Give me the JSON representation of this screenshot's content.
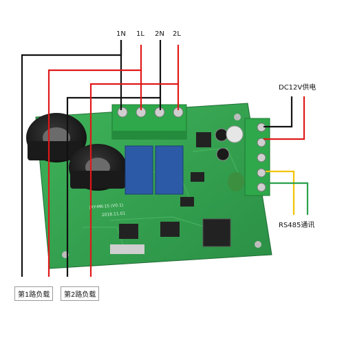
{
  "terminal_labels": [
    "1N",
    "1L",
    "2N",
    "2L"
  ],
  "power_label": "DC12V供电",
  "rs485_label": "RS485通讯",
  "load1_label": "第1路负载",
  "load2_label": "第2路负载",
  "board_model": "JXY-MK-1S (V0.1)",
  "board_date": "2018.11.01",
  "colors": {
    "pcb_green": "#2fa24a",
    "wire_black": "#111111",
    "wire_red": "#e01818",
    "wire_yellow": "#f2c200",
    "wire_green": "#2aa14a",
    "terminal_green": "#2ea84a",
    "relay_blue": "#2d5aa6",
    "ct_core": "#1a1a1a"
  }
}
